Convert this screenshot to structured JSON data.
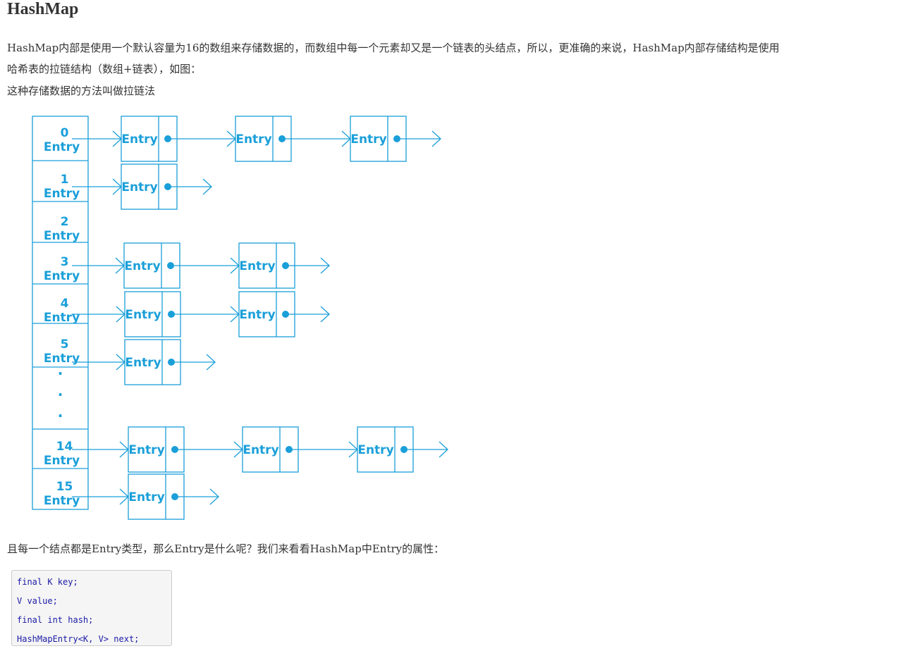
{
  "heading": "HashMap",
  "intro_line1": "HashMap内部是使用一个默认容量为16的数组来存储数据的，而数组中每一个元素却又是一个链表的头结点，所以，更准确的来说，HashMap内部存储结构是使用",
  "intro_line2": "哈希表的拉链结构（数组+链表），如图：",
  "intro_line3": "这种存储数据的方法叫做拉链法",
  "diagram": {
    "color": "#1a9fd9",
    "buckets": [
      {
        "index": "0",
        "label": "Entry",
        "chain": [
          "Entry",
          "Entry",
          "Entry"
        ]
      },
      {
        "index": "1",
        "label": "Entry",
        "chain": [
          "Entry"
        ]
      },
      {
        "index": "2",
        "label": "Entry",
        "chain": []
      },
      {
        "index": "3",
        "label": "Entry",
        "chain": [
          "Entry",
          "Entry"
        ]
      },
      {
        "index": "4",
        "label": "Entry",
        "chain": [
          "Entry",
          "Entry"
        ]
      },
      {
        "index": "5",
        "label": "Entry",
        "chain": [
          "Entry"
        ]
      },
      {
        "index": "14",
        "label": "Entry",
        "chain": [
          "Entry",
          "Entry",
          "Entry"
        ]
      },
      {
        "index": "15",
        "label": "Entry",
        "chain": [
          "Entry"
        ]
      }
    ],
    "ellipsis": "."
  },
  "after_text": "且每一个结点都是Entry类型，那么Entry是什么呢？我们来看看HashMap中Entry的属性：",
  "code_lines": [
    "final K key;",
    "V value;",
    "final int hash;",
    "HashMapEntry<K, V> next;"
  ]
}
